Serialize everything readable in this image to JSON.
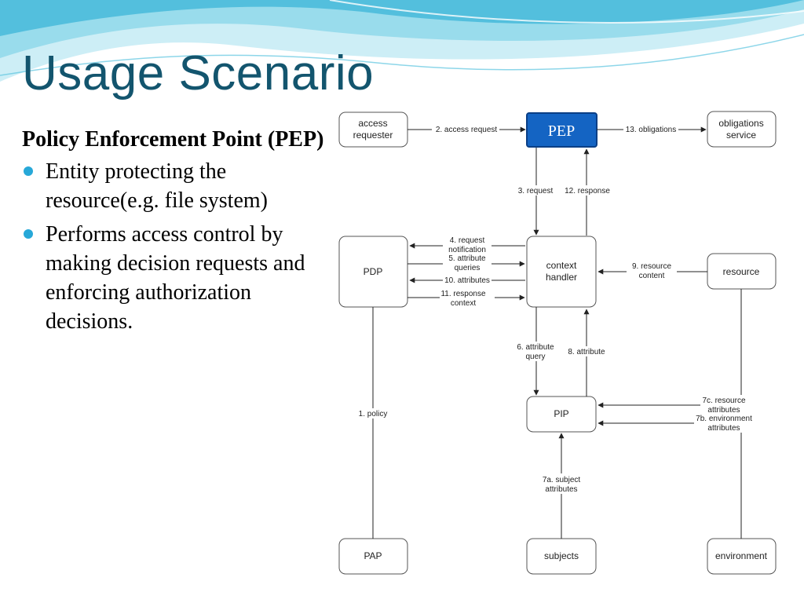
{
  "slide": {
    "title": "Usage Scenario",
    "heading": "Policy Enforcement Point (PEP)",
    "bullets": [
      "Entity protecting the resource(e.g. file system)",
      "Performs access control by making decision requests and enforcing authorization decisions."
    ]
  },
  "colors": {
    "title": "#13556e",
    "bullet": "#27a8d8",
    "pep_fill": "#1464c3",
    "pep_border": "#0a3f86",
    "wave_light": "#bfe9f3",
    "wave_mid": "#6fcbe3",
    "wave_dark": "#2aa7cc"
  },
  "diagram": {
    "nodes": {
      "access_requester": [
        "access",
        "requester"
      ],
      "pep": "PEP",
      "obligations_service": [
        "obligations",
        "service"
      ],
      "pdp": "PDP",
      "context_handler": [
        "context",
        "handler"
      ],
      "resource": "resource",
      "pip": "PIP",
      "pap": "PAP",
      "subjects": "subjects",
      "environment": "environment"
    },
    "edges": {
      "e1": [
        "1. policy"
      ],
      "e2": [
        "2. access request"
      ],
      "e3": [
        "3. request"
      ],
      "e4": [
        "4. request",
        "notification"
      ],
      "e5": [
        "5. attribute",
        "queries"
      ],
      "e6": [
        "6. attribute",
        "query"
      ],
      "e7a": [
        "7a. subject",
        "attributes"
      ],
      "e7b": [
        "7b. environment",
        "attributes"
      ],
      "e7c": [
        "7c. resource",
        "attributes"
      ],
      "e8": [
        "8. attribute"
      ],
      "e9": [
        "9. resource",
        "content"
      ],
      "e10": [
        "10. attributes"
      ],
      "e11": [
        "11. response",
        "context"
      ],
      "e12": [
        "12. response"
      ],
      "e13": [
        "13. obligations"
      ]
    }
  }
}
